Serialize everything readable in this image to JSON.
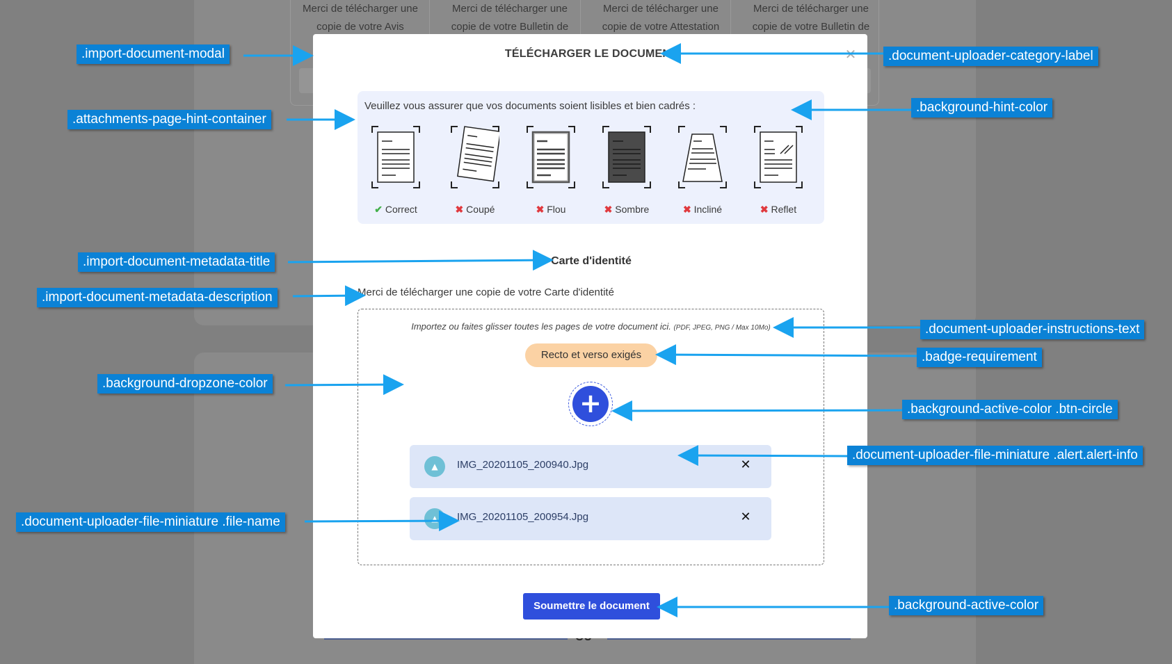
{
  "background": {
    "cards": [
      {
        "text": "Merci de télécharger une copie de votre Avis d'imposition"
      },
      {
        "text": "Merci de télécharger une copie de votre Bulletin de salaire"
      },
      {
        "text": "Merci de télécharger une copie de votre Attestation CAF"
      },
      {
        "text": "Merci de télécharger une copie de votre Bulletin de pension"
      }
    ],
    "or_separator": "OU"
  },
  "modal": {
    "title": "TÉLÉCHARGER LE DOCUMENT",
    "close_icon": "close-icon",
    "hint": {
      "text": "Veuillez vous assurer que vos documents soient lisibles et bien cadrés :",
      "items": [
        {
          "mark": "✔",
          "label": "Correct",
          "ok": true
        },
        {
          "mark": "✖",
          "label": "Coupé",
          "ok": false
        },
        {
          "mark": "✖",
          "label": "Flou",
          "ok": false
        },
        {
          "mark": "✖",
          "label": "Sombre",
          "ok": false
        },
        {
          "mark": "✖",
          "label": "Incliné",
          "ok": false
        },
        {
          "mark": "✖",
          "label": "Reflet",
          "ok": false
        }
      ]
    },
    "metadata_title": "Carte d'identité",
    "metadata_description": "Merci de télécharger une copie de votre Carte d'identité",
    "dropzone": {
      "instructions": "Importez ou faites glisser toutes les pages de votre document ici.",
      "formats": "(PDF, JPEG, PNG / Max 10Mo)",
      "badge": "Recto et verso exigés",
      "add_icon": "+",
      "files": [
        {
          "name": "IMG_20201105_200940.Jpg"
        },
        {
          "name": "IMG_20201105_200954.Jpg"
        }
      ]
    },
    "submit_label": "Soumettre le document"
  },
  "annotations": [
    {
      "label": ".import-document-modal"
    },
    {
      "label": ".document-uploader-category-label"
    },
    {
      "label": ".attachments-page-hint-container"
    },
    {
      "label": ".background-hint-color"
    },
    {
      "label": ".import-document-metadata-title"
    },
    {
      "label": ".import-document-metadata-description"
    },
    {
      "label": ".document-uploader-instructions-text"
    },
    {
      "label": ".badge-requirement"
    },
    {
      "label": ".background-dropzone-color"
    },
    {
      "label": ".background-active-color .btn-circle"
    },
    {
      "label": ".document-uploader-file-miniature .alert.alert-info"
    },
    {
      "label": ".document-uploader-file-miniature .file-name"
    },
    {
      "label": ".background-active-color"
    }
  ],
  "colors": {
    "accent": "#2f4fdc",
    "hint_bg": "#edf1fd",
    "badge_bg": "#fbd2a4",
    "file_bg": "#dde6f8",
    "annotation_bg": "#0b82d6",
    "arrow": "#1aa3ef"
  }
}
